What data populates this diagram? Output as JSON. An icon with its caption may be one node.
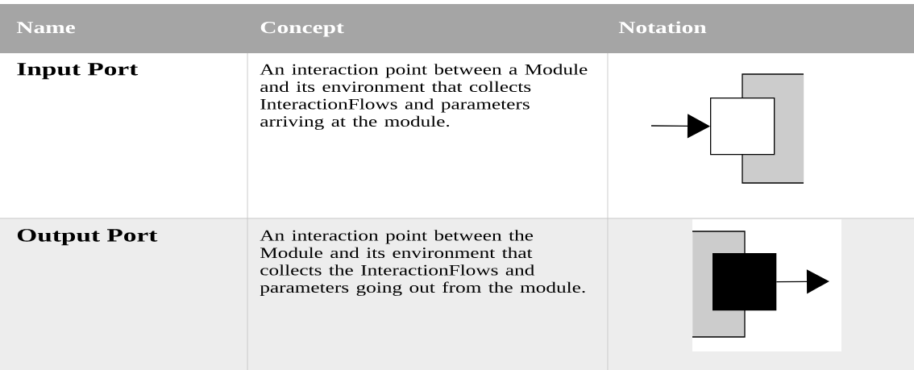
{
  "diagram": {
    "nodes": [
      {
        "text": [],
        "shape": "box"
      },
      {
        "text": [],
        "shape": "box"
      },
      {
        "text": [],
        "shape": "box"
      },
      {
        "text": [],
        "shape": "box"
      }
    ],
    "edges": [
      {
        "from": null,
        "to": 0,
        "arrow": "to"
      },
      {
        "from": 3,
        "to": null,
        "arrow": "to"
      }
    ],
    "labels": [
      "Name",
      "Concept",
      "Notation",
      "Input Port",
      "An interaction point between a Module and its environment that collects InteractionFlows and parameters arriving at the module.",
      "Output Port",
      "An interaction point between the Module and its environment that collects the InteractionFlows and parameters going out from the module."
    ]
  }
}
